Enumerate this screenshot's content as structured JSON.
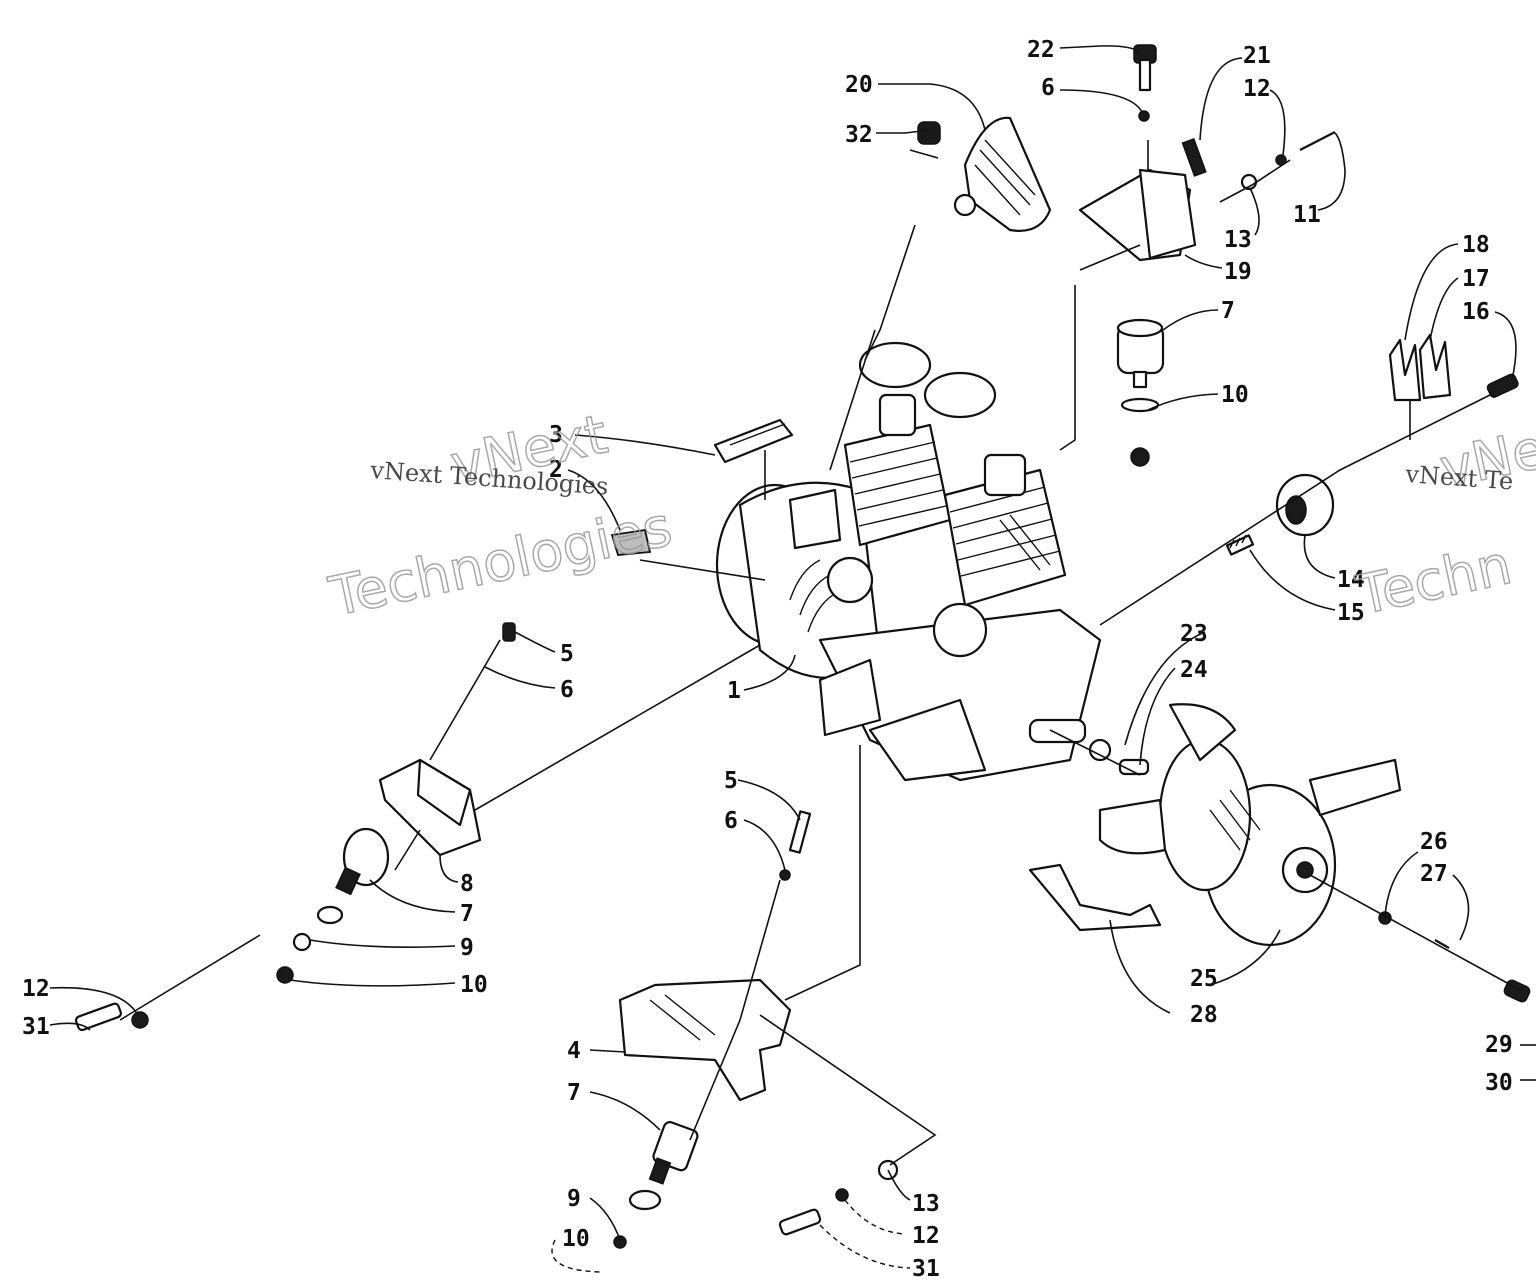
{
  "watermarks": [
    {
      "id": "left",
      "line1": "vNext",
      "line2": "vNext Technologies",
      "line3": "Technologies"
    },
    {
      "id": "right",
      "line1": "vNe",
      "line2": "vNext Te",
      "line3": "Techn"
    }
  ],
  "callouts": {
    "c1": "1",
    "c2": "2",
    "c3": "3",
    "c4": "4",
    "c5a": "5",
    "c5b": "5",
    "c6a": "6",
    "c6b": "6",
    "c6c": "6",
    "c7a": "7",
    "c7b": "7",
    "c7c": "7",
    "c8": "8",
    "c9a": "9",
    "c9b": "9",
    "c10a": "10",
    "c10b": "10",
    "c10c": "10",
    "c11": "11",
    "c12a": "12",
    "c12b": "12",
    "c12c": "12",
    "c13a": "13",
    "c13b": "13",
    "c14": "14",
    "c15": "15",
    "c16": "16",
    "c17": "17",
    "c18": "18",
    "c19": "19",
    "c20": "20",
    "c21": "21",
    "c22": "22",
    "c23": "23",
    "c24": "24",
    "c25": "25",
    "c26": "26",
    "c27": "27",
    "c28": "28",
    "c29": "29",
    "c30": "30",
    "c31a": "31",
    "c31b": "31",
    "c32": "32"
  }
}
